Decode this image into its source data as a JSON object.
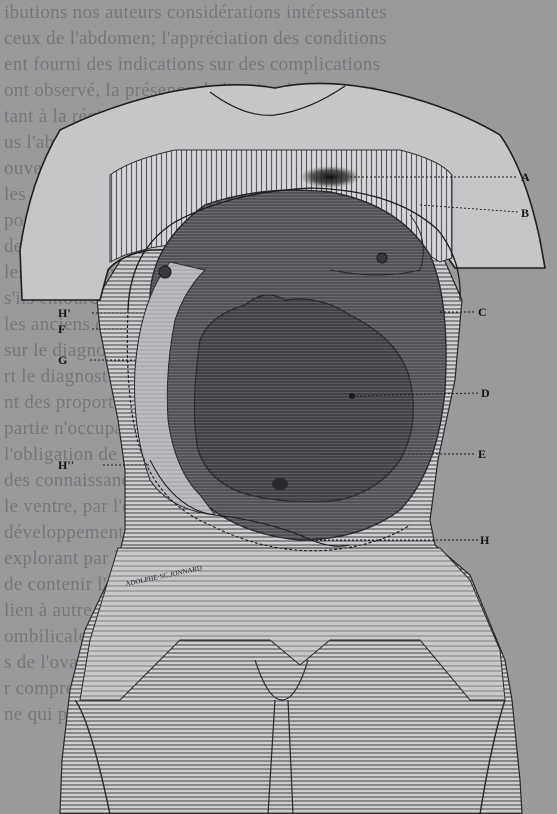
{
  "figure": {
    "labels": [
      {
        "id": "A",
        "text": "A"
      },
      {
        "id": "B",
        "text": "B"
      },
      {
        "id": "C",
        "text": "C"
      },
      {
        "id": "D",
        "text": "D"
      },
      {
        "id": "E",
        "text": "E"
      },
      {
        "id": "H",
        "text": "H"
      },
      {
        "id": "H1",
        "text": "H'"
      },
      {
        "id": "F",
        "text": "F"
      },
      {
        "id": "G",
        "text": "G"
      },
      {
        "id": "H2",
        "text": "H''"
      }
    ],
    "engraver_signature": "ADOLPHE·SC.JONNARD"
  },
  "background_text": {
    "lines": [
      "ibutions nos auteurs considérations intéressantes",
      "ceux de l'abdomen; l'appréciation des conditions",
      "ent fourni des indications sur des complications",
      "ont observé, la présence de l'ascite, les tumeurs",
      "tant à la région ombilicale, qui le sépare des",
      "us l'abdomen, on sent les parois refoulées",
      "ouverture et l'on voit bientôt le liquide et",
      "les questions relatives à la nature de la",
      "ponction, mais autre chose a été fait",
      "de la position, de la forme qu'elle a prise",
      "les mêmes conditions déterminées par",
      "s'ils entourent ce que l'on voit au toucher",
      "les anciens comme chez les modernes qui ont fait",
      "sur le diagnostic, on y voit la tumeur, le pubis",
      "rt le diagnostic différentiel, soit dans",
      "nt des proportions qui ont été observées",
      "partie n'occupant que le côté ou la moitié",
      "l'obligation de recourir au toucher, et il pourra",
      "des connaissances dans l'abdomen qui pour",
      "le ventre, par l'exploration des régions dont le",
      "développement considérable de l'ordinaire en",
      "explorant par la figure chacune entre le palper et l'on",
      "de contenir l'opération ce qu'elle aura été",
      "lien à autre indiquée",
      "ombilicale on se toucherait des parties",
      "s de l'ovaire peut ne pas être en état dans",
      "r comprend les tumeurs qui prennent leur point d'o",
      "ne qui prend bien dans les liquides se forme"
    ]
  }
}
